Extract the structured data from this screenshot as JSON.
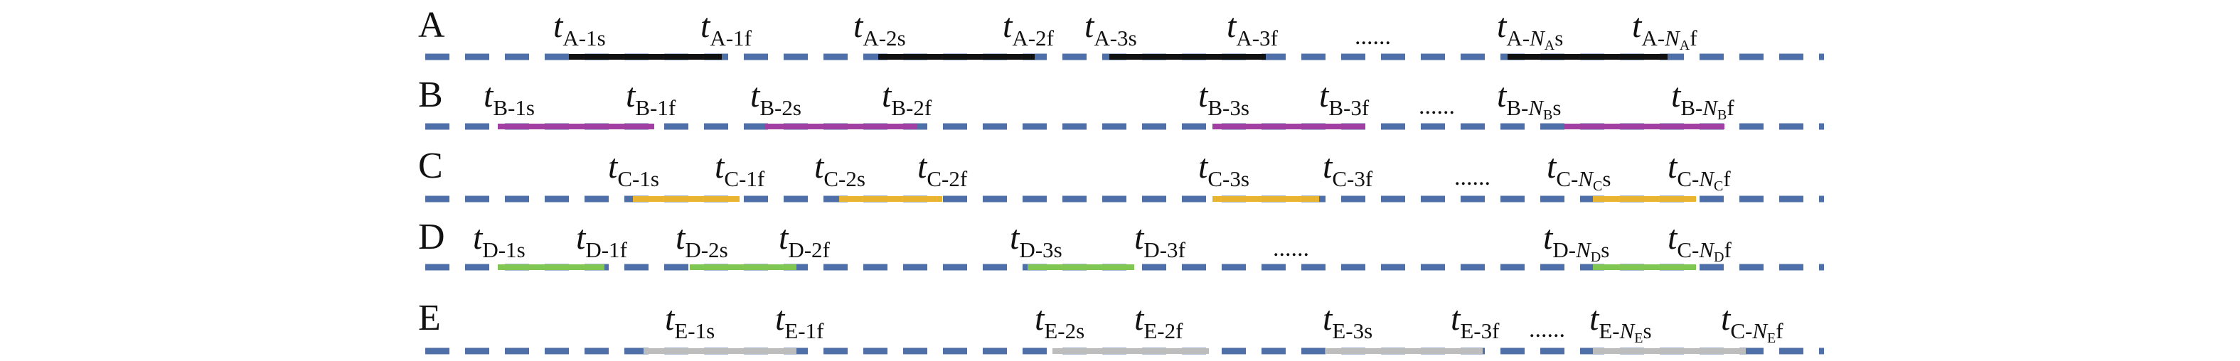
{
  "lanes": [
    {
      "id": "A",
      "label": "A",
      "color": "#111111",
      "segments": [
        {
          "start": {
            "main": "A-1",
            "suffix": "s"
          },
          "finish": {
            "main": "A-1",
            "suffix": "f"
          }
        },
        {
          "start": {
            "main": "A-2",
            "suffix": "s"
          },
          "finish": {
            "main": "A-2",
            "suffix": "f"
          }
        },
        {
          "start": {
            "main": "A-3",
            "suffix": "s"
          },
          "finish": {
            "main": "A-3",
            "suffix": "f"
          }
        },
        {
          "start": {
            "main": "A-",
            "n": "N",
            "nsub": "A",
            "suffix": "s"
          },
          "finish": {
            "main": "A-",
            "n": "N",
            "nsub": "A",
            "suffix": "f"
          }
        }
      ],
      "ellipsis": "......"
    },
    {
      "id": "B",
      "label": "B",
      "color": "#a23fa3",
      "segments": [
        {
          "start": {
            "main": "B-1",
            "suffix": "s"
          },
          "finish": {
            "main": "B-1",
            "suffix": "f"
          }
        },
        {
          "start": {
            "main": "B-2",
            "suffix": "s"
          },
          "finish": {
            "main": "B-2",
            "suffix": "f"
          }
        },
        {
          "start": {
            "main": "B-3",
            "suffix": "s"
          },
          "finish": {
            "main": "B-3",
            "suffix": "f"
          }
        },
        {
          "start": {
            "main": "B-",
            "n": "N",
            "nsub": "B",
            "suffix": "s"
          },
          "finish": {
            "main": "B-",
            "n": "N",
            "nsub": "B",
            "suffix": "f"
          }
        }
      ],
      "ellipsis": "......"
    },
    {
      "id": "C",
      "label": "C",
      "color": "#e8b431",
      "segments": [
        {
          "start": {
            "main": "C-1",
            "suffix": "s"
          },
          "finish": {
            "main": "C-1",
            "suffix": "f"
          }
        },
        {
          "start": {
            "main": "C-2",
            "suffix": "s"
          },
          "finish": {
            "main": "C-2",
            "suffix": "f"
          }
        },
        {
          "start": {
            "main": "C-3",
            "suffix": "s"
          },
          "finish": {
            "main": "C-3",
            "suffix": "f"
          }
        },
        {
          "start": {
            "main": "C-",
            "n": "N",
            "nsub": "C",
            "suffix": "s"
          },
          "finish": {
            "main": "C-",
            "n": "N",
            "nsub": "C",
            "suffix": "f"
          }
        }
      ],
      "ellipsis": "......"
    },
    {
      "id": "D",
      "label": "D",
      "color": "#80c653",
      "segments": [
        {
          "start": {
            "main": "D-1",
            "suffix": "s"
          },
          "finish": {
            "main": "D-1",
            "suffix": "f"
          }
        },
        {
          "start": {
            "main": "D-2",
            "suffix": "s"
          },
          "finish": {
            "main": "D-2",
            "suffix": "f"
          }
        },
        {
          "start": {
            "main": "D-3",
            "suffix": "s"
          },
          "finish": {
            "main": "D-3",
            "suffix": "f"
          }
        },
        {
          "start": {
            "main": "D-",
            "n": "N",
            "nsub": "D",
            "suffix": "s"
          },
          "finish": {
            "main": "C-",
            "n": "N",
            "nsub": "D",
            "suffix": "f"
          }
        }
      ],
      "ellipsis": "......"
    },
    {
      "id": "E",
      "label": "E",
      "color": "#bdbdbd",
      "segments": [
        {
          "start": {
            "main": "E-1",
            "suffix": "s"
          },
          "finish": {
            "main": "E-1",
            "suffix": "f"
          }
        },
        {
          "start": {
            "main": "E-2",
            "suffix": "s"
          },
          "finish": {
            "main": "E-2",
            "suffix": "f"
          }
        },
        {
          "start": {
            "main": "E-3",
            "suffix": "s"
          },
          "finish": {
            "main": "E-3",
            "suffix": "f"
          }
        },
        {
          "start": {
            "main": "E-",
            "n": "N",
            "nsub": "E",
            "suffix": "s"
          },
          "finish": {
            "main": "C-",
            "n": "N",
            "nsub": "E",
            "suffix": "f"
          }
        }
      ],
      "ellipsis": "......"
    }
  ],
  "style": {
    "dashed_line_color": "#4f6fa8",
    "text_color": "#111111",
    "time_symbol": "t"
  }
}
